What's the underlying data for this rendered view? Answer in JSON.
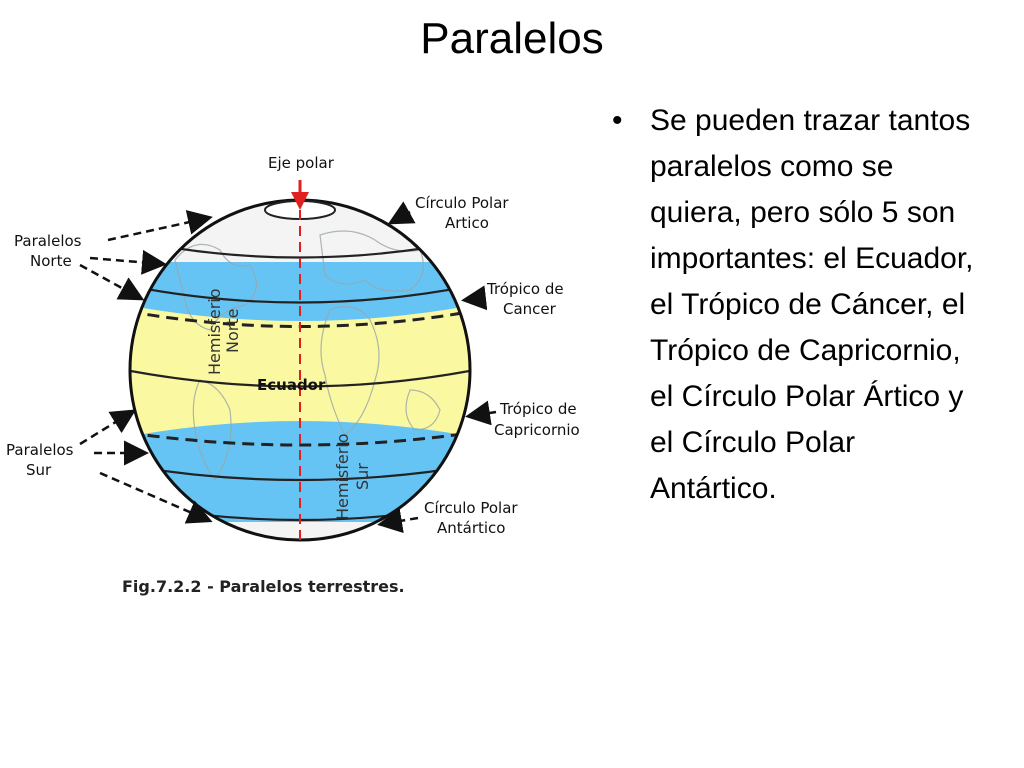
{
  "slide": {
    "title": "Paralelos",
    "bullet_symbol": "•",
    "bullet_text": "Se pueden trazar tantos paralelos como se quiera, pero sólo 5 son importantes: el Ecuador, el Trópico de Cáncer, el Trópico de Capricornio, el Círculo Polar Ártico y el Círculo Polar Antártico."
  },
  "figure": {
    "labels": {
      "eje_polar": "Eje polar",
      "circulo_polar_artico_1": "Círculo Polar",
      "circulo_polar_artico_2": "Artico",
      "paralelos_norte_1": "Paralelos",
      "paralelos_norte_2": "Norte",
      "tropico_cancer_1": "Trópico de",
      "tropico_cancer_2": "Cancer",
      "hemisferio_norte_1": "Hemisferio",
      "hemisferio_norte_2": "Norte",
      "ecuador": "Ecuador",
      "tropico_capricornio_1": "Trópico de",
      "tropico_capricornio_2": "Capricornio",
      "paralelos_sur_1": "Paralelos",
      "paralelos_sur_2": "Sur",
      "hemisferio_sur_1": "Hemisferio",
      "hemisferio_sur_2": "Sur",
      "circulo_polar_antartico_1": "Círculo Polar",
      "circulo_polar_antartico_2": "Antártico"
    },
    "caption": "Fig.7.2.2 - Paralelos terrestres.",
    "colors": {
      "ocean_band": "#66c4f5",
      "tropical_band": "#fbf8a2",
      "polar_cap": "#f4f4f4",
      "axis_red": "#e02020"
    }
  }
}
